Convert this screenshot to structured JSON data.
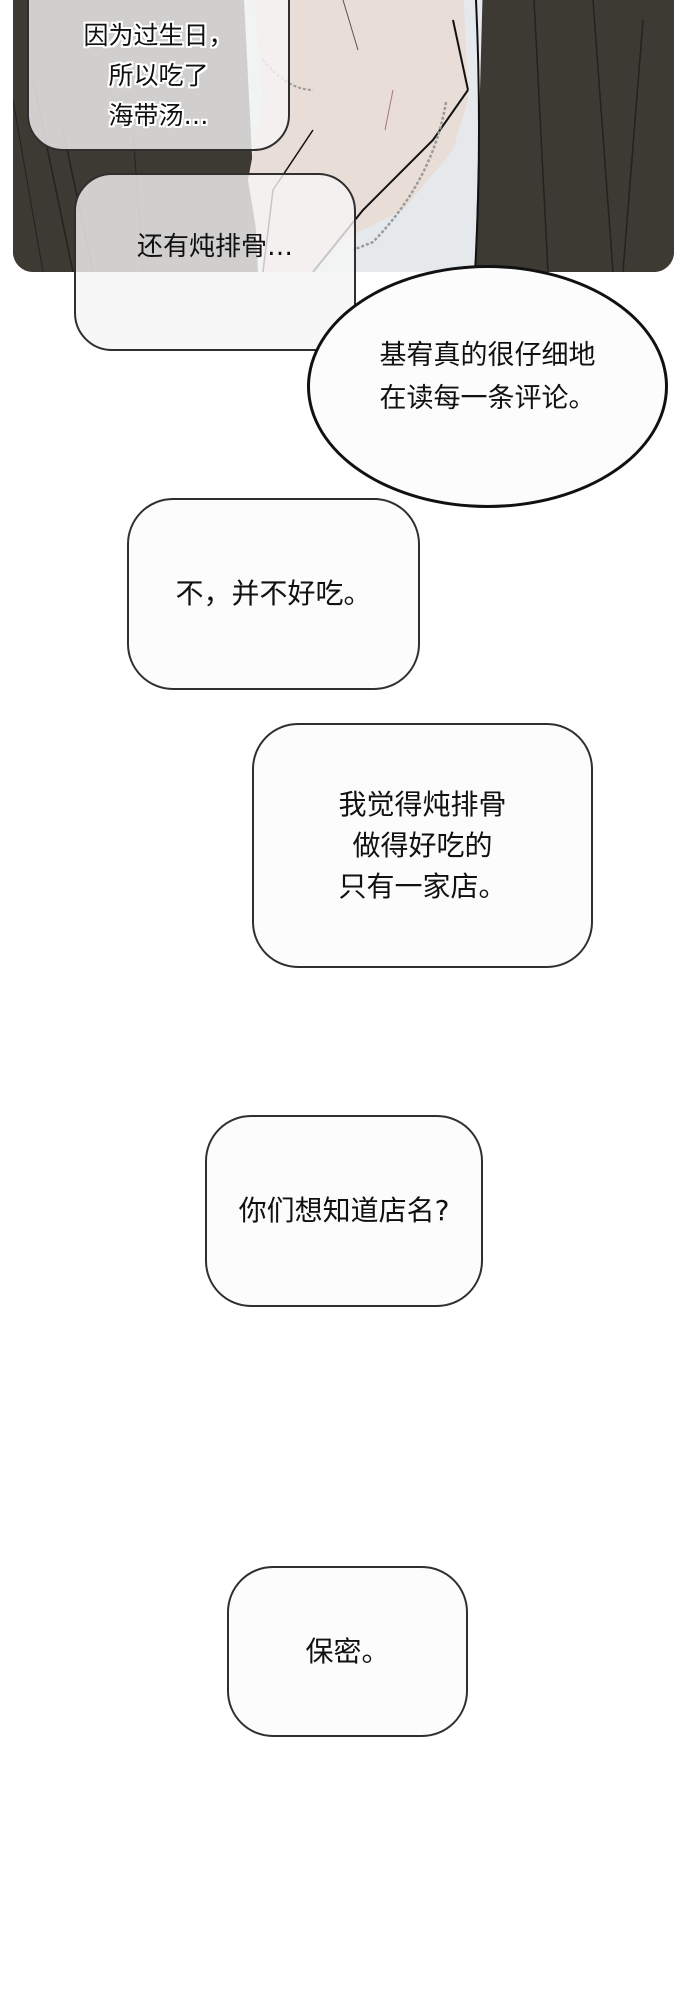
{
  "colors": {
    "jacket": "#3d3a34",
    "skin": "#e9ddd8",
    "shirt": "#e6e9ec",
    "bubble_fill": "#fdfcfd",
    "bubble_border": "#2f2f2f",
    "text": "#111111"
  },
  "panel": {
    "illustration": "close-up of character's neck and collarbone with silver chain necklace, white shirt and dark jacket"
  },
  "bubbles": [
    {
      "id": "b1",
      "text": "因为过生日，\n所以吃了\n海带汤…"
    },
    {
      "id": "b2",
      "text": "还有炖排骨…"
    },
    {
      "id": "b3",
      "text": "基宥真的很仔细地\n在读每一条评论。"
    },
    {
      "id": "b4",
      "text": "不，并不好吃。"
    },
    {
      "id": "b5",
      "text": "我觉得炖排骨\n做得好吃的\n只有一家店。"
    },
    {
      "id": "b6",
      "text": "你们想知道店名?"
    },
    {
      "id": "b7",
      "text": "保密。"
    }
  ]
}
